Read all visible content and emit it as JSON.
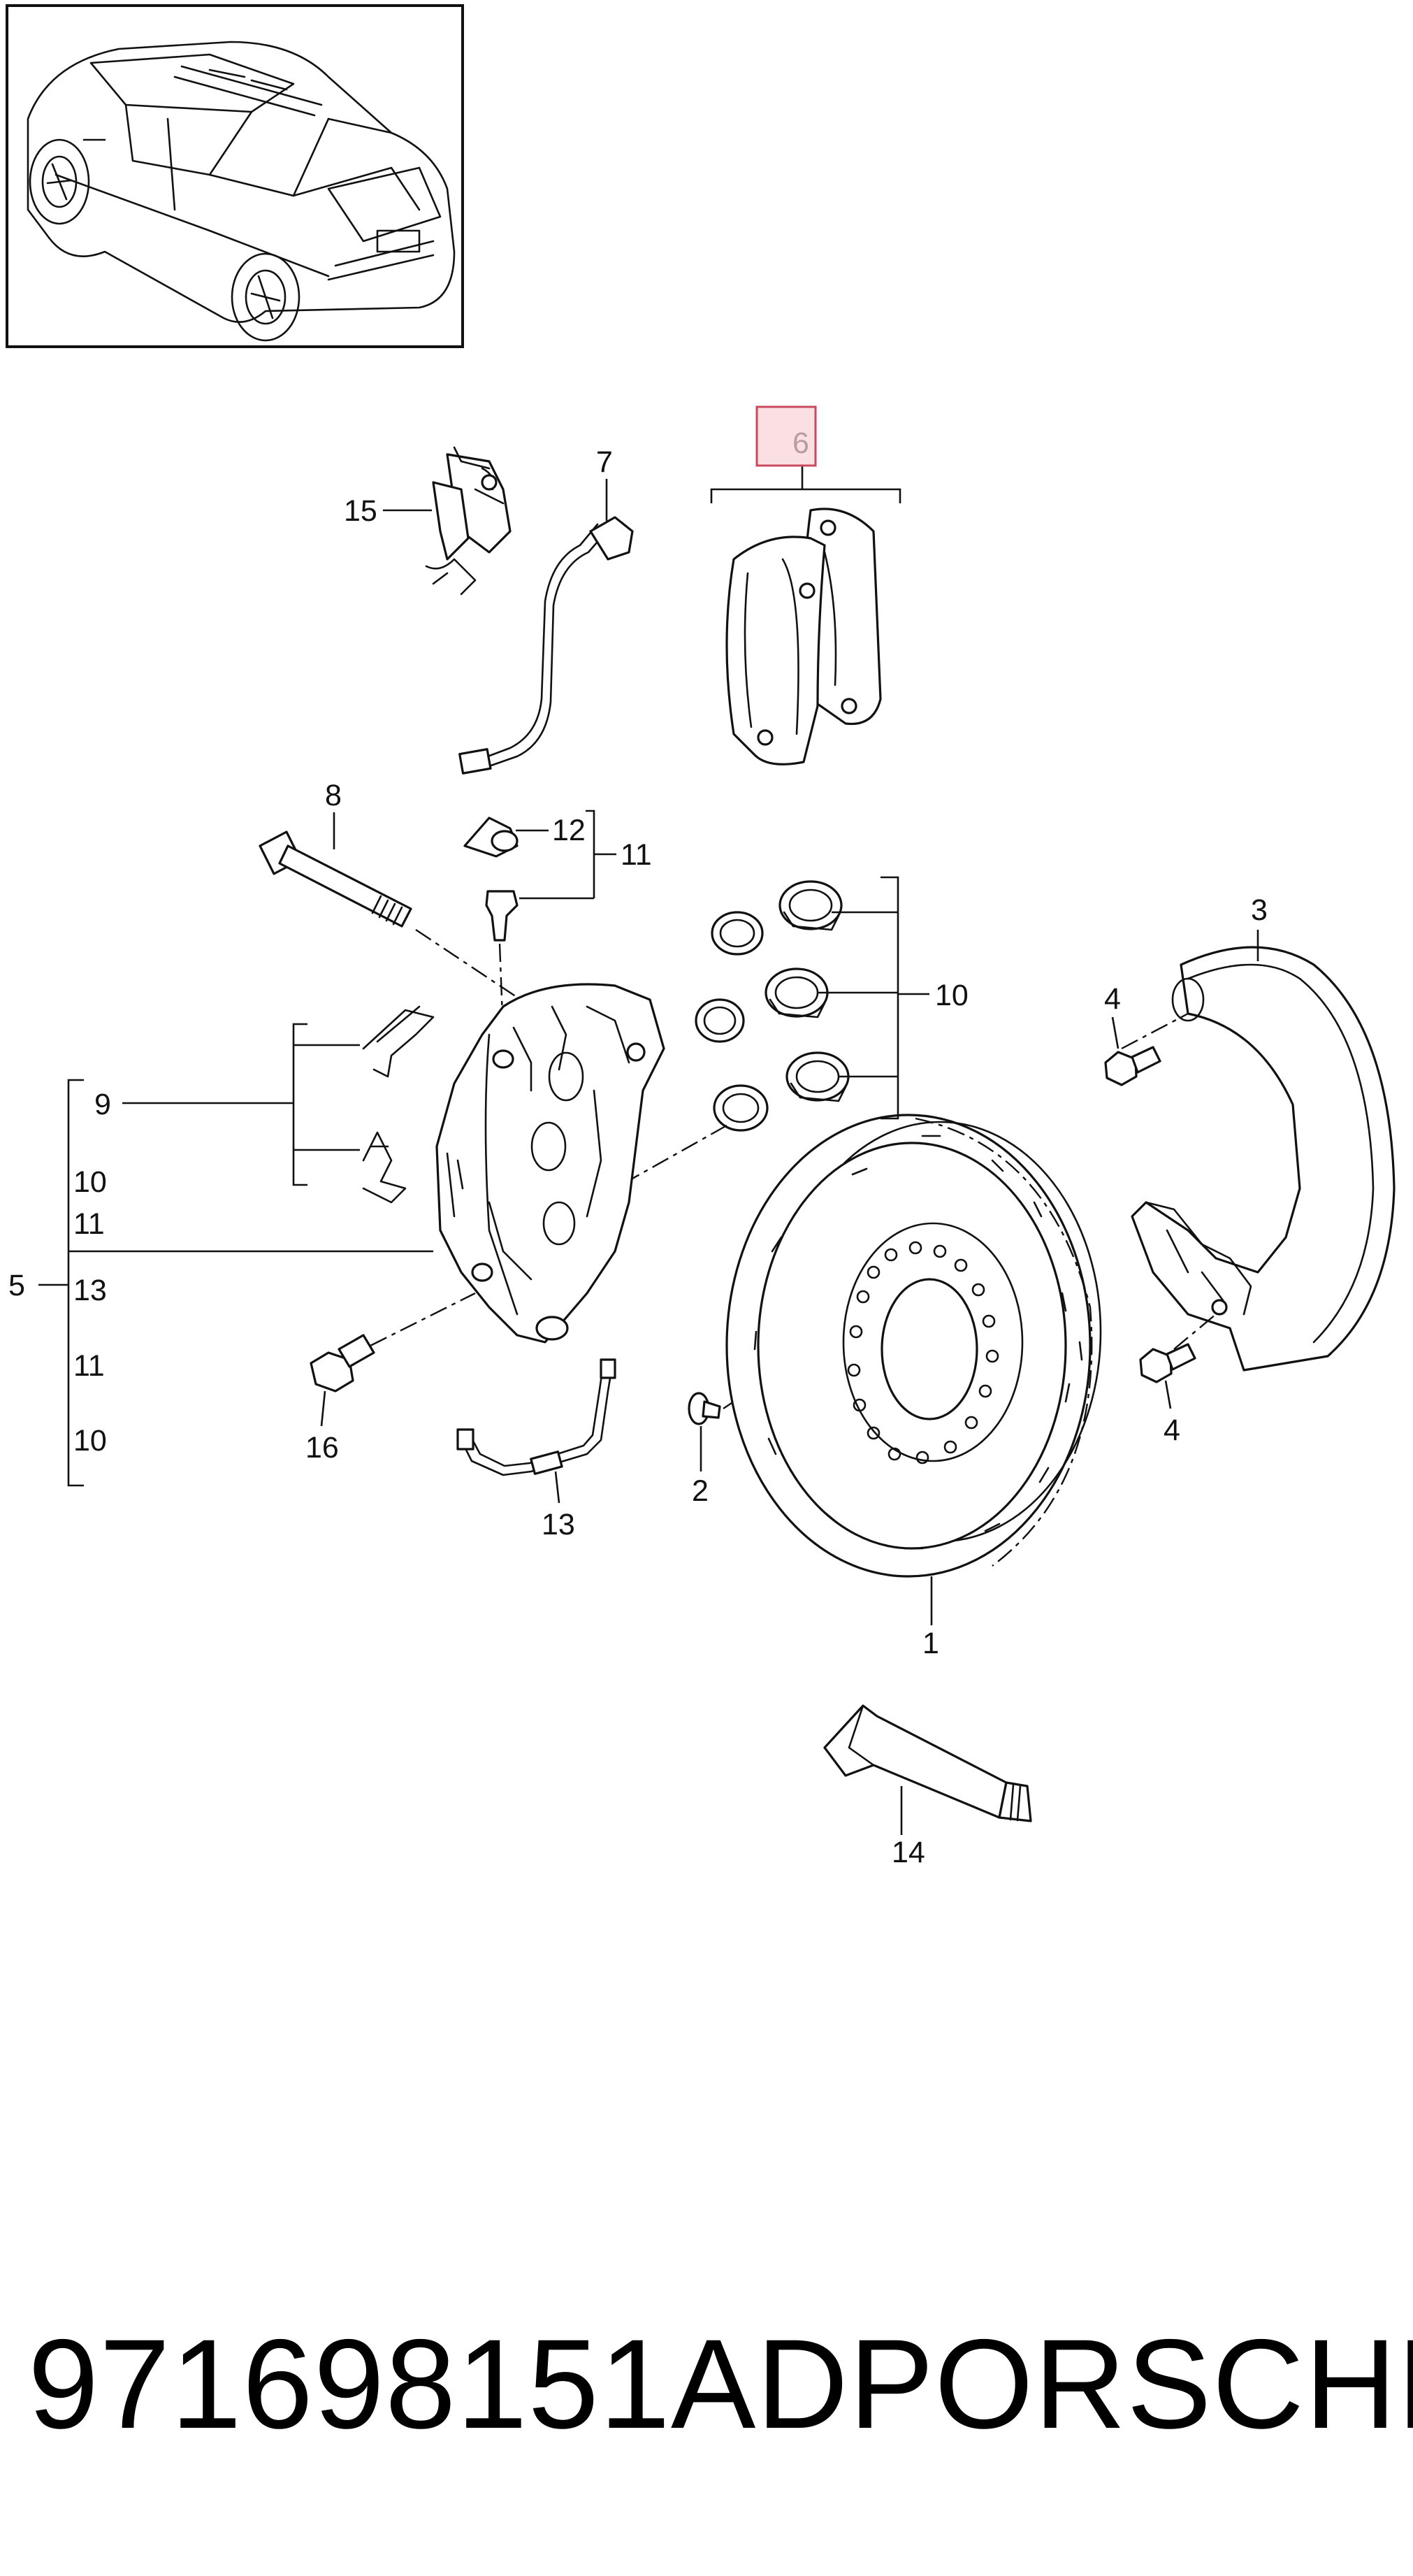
{
  "footer": {
    "part_number": "971698151AD",
    "brand": "PORSCHE"
  },
  "highlight_color": "#f8d2d8",
  "highlight_border": "#c94a5c",
  "callouts": {
    "c1": "1",
    "c2": "2",
    "c3": "3",
    "c4a": "4",
    "c4b": "4",
    "c5": "5",
    "c6": "6",
    "c7": "7",
    "c8": "8",
    "c9": "9",
    "c10": "10",
    "c11": "11",
    "c12": "12",
    "c13": "13",
    "c14": "14",
    "c15": "15",
    "c16": "16",
    "b10a": "10",
    "b11a": "11",
    "b13": "13",
    "b11b": "11",
    "b10b": "10"
  }
}
